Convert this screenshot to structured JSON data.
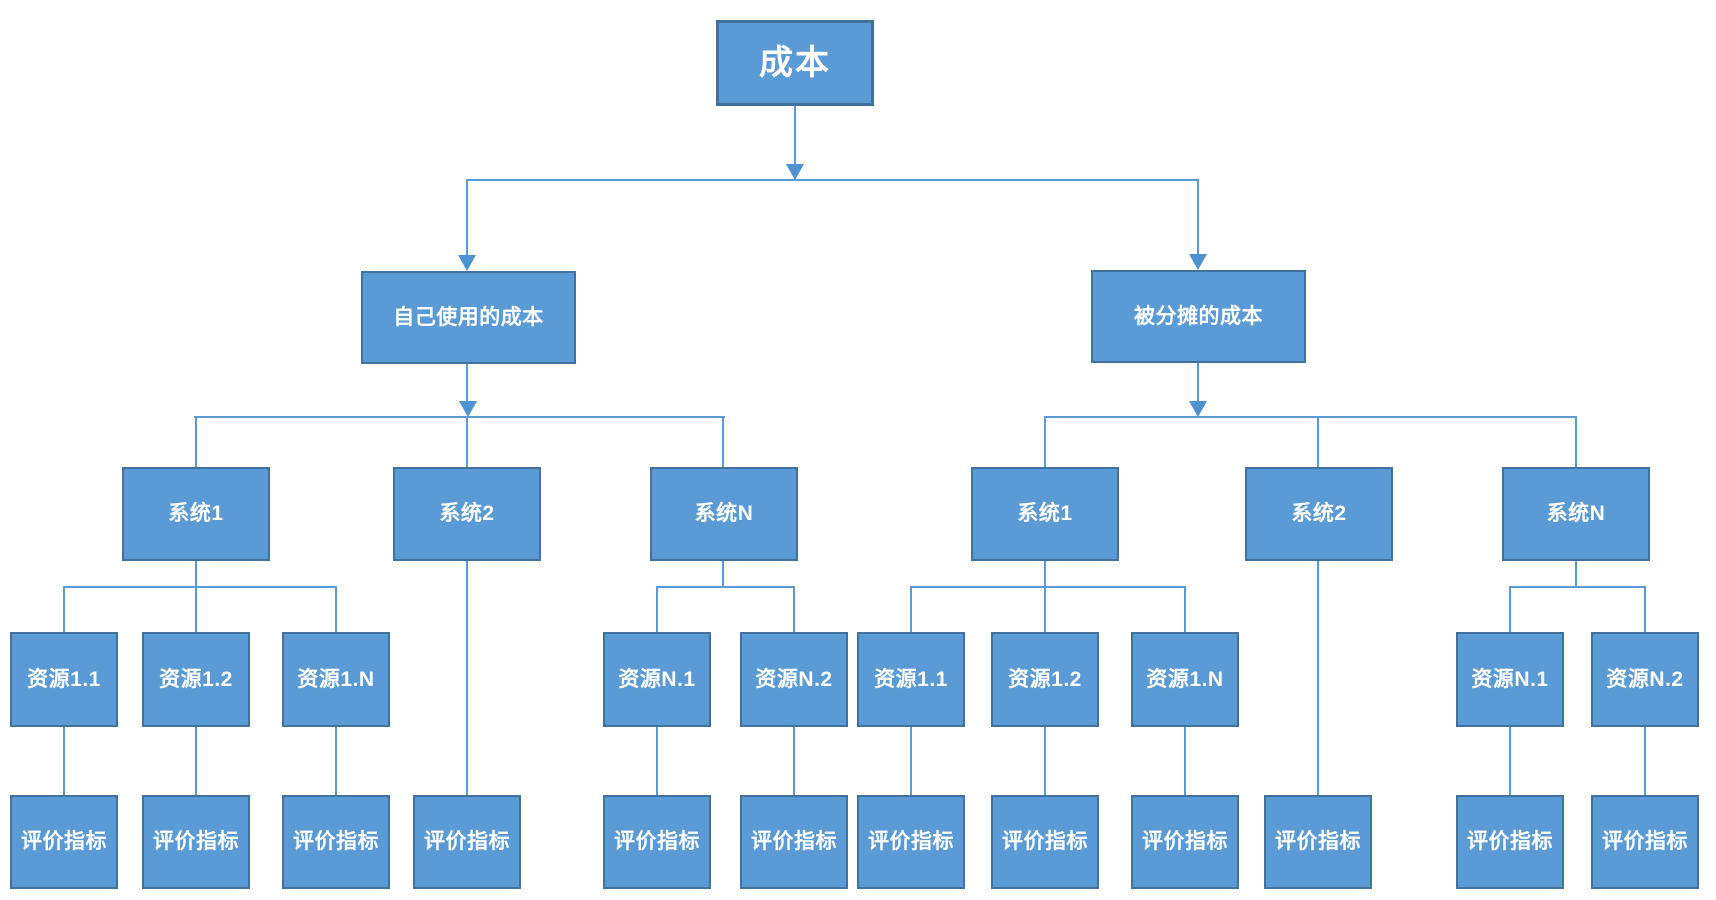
{
  "colors": {
    "background": "#ffffff",
    "node_fill": "#5b9bd5",
    "node_border": "#41719c",
    "connector": "#5b9bd5",
    "arrow": "#4e92d2",
    "text": "#ffffff"
  },
  "tree": {
    "root": {
      "label": "成本"
    },
    "branches": [
      {
        "label": "自己使用的成本",
        "systems": [
          {
            "label": "系统1",
            "resources": [
              {
                "label": "资源1.1",
                "metric": {
                  "label": "评价指标"
                }
              },
              {
                "label": "资源1.2",
                "metric": {
                  "label": "评价指标"
                }
              },
              {
                "label": "资源1.N",
                "metric": {
                  "label": "评价指标"
                }
              }
            ]
          },
          {
            "label": "系统2",
            "metric": {
              "label": "评价指标"
            }
          },
          {
            "label": "系统N",
            "resources": [
              {
                "label": "资源N.1",
                "metric": {
                  "label": "评价指标"
                }
              },
              {
                "label": "资源N.2",
                "metric": {
                  "label": "评价指标"
                }
              }
            ]
          }
        ]
      },
      {
        "label": "被分摊的成本",
        "systems": [
          {
            "label": "系统1",
            "resources": [
              {
                "label": "资源1.1",
                "metric": {
                  "label": "评价指标"
                }
              },
              {
                "label": "资源1.2",
                "metric": {
                  "label": "评价指标"
                }
              },
              {
                "label": "资源1.N",
                "metric": {
                  "label": "评价指标"
                }
              }
            ]
          },
          {
            "label": "系统2",
            "metric": {
              "label": "评价指标"
            }
          },
          {
            "label": "系统N",
            "resources": [
              {
                "label": "资源N.1",
                "metric": {
                  "label": "评价指标"
                }
              },
              {
                "label": "资源N.2",
                "metric": {
                  "label": "评价指标"
                }
              }
            ]
          }
        ]
      }
    ]
  }
}
